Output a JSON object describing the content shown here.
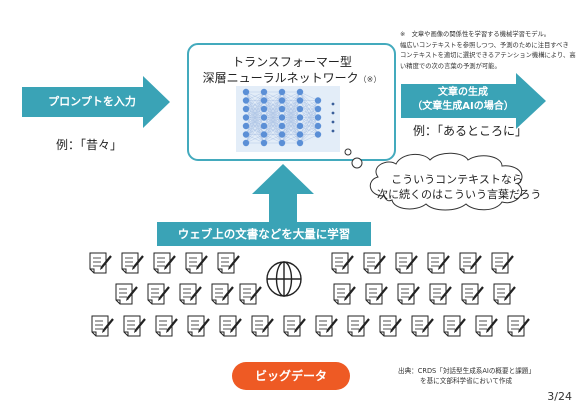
{
  "input": {
    "arrow_label": "プロンプトを入力",
    "example": "例：「昔々」"
  },
  "model": {
    "title_line1": "トランスフォーマー型",
    "title_line2": "深層ニューラルネットワーク",
    "title_note": "（※）"
  },
  "footnote": {
    "lines": [
      "※　文章や画像の関係性を学習する機械学習モデル。",
      "幅広いコンテキストを参照しつつ、予測のために注目すべき",
      "コンテキストを適切に選択できるアテンション機構により、高",
      "い精度での次の言葉の予測が可能。"
    ]
  },
  "output": {
    "arrow_label_line1": "文章の生成",
    "arrow_label_line2": "（文章生成AIの場合）",
    "example": "例：「あるところに」"
  },
  "thought_bubble": {
    "line1": "こういうコンテキストなら",
    "line2": "次に続くのはこういう言葉だろう"
  },
  "training": {
    "banner_label": "ウェブ上の文書などを大量に学習"
  },
  "big_data": {
    "label": "ビッグデータ"
  },
  "source": {
    "line1": "出典：CRDS「対話型生成系AIの概要と課題」",
    "line2": "を基に文部科学省において作成"
  },
  "page_number": "3/24",
  "colors": {
    "accent": "#3aa3b6",
    "big_data": "#ee5a24",
    "network_node": "#5b8fd6",
    "network_background": "#e3edf8"
  }
}
